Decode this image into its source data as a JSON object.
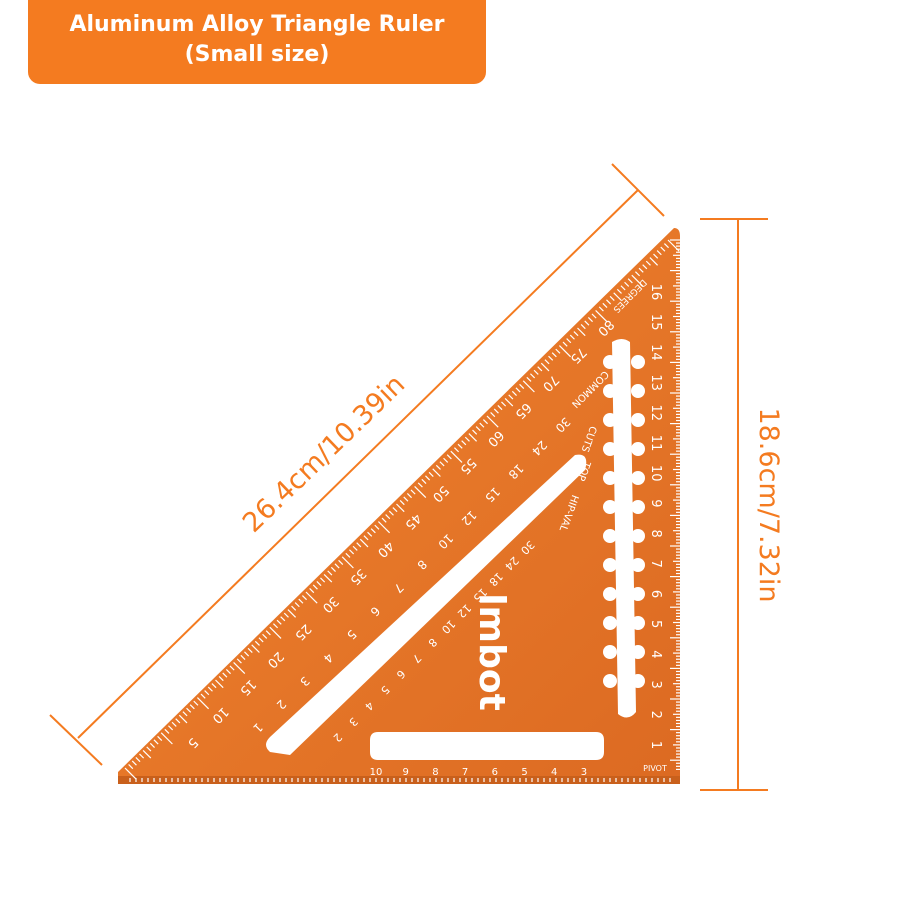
{
  "header": {
    "title": "Aluminum Alloy Triangle Ruler",
    "subtitle": "(Small size)"
  },
  "dimensions": {
    "hypotenuse": "26.4cm/10.39in",
    "height": "18.6cm/7.32in"
  },
  "ruler": {
    "brand": "lmbot",
    "labels": {
      "degrees": "DEGREES",
      "common": "COMMON",
      "cuts": "CUTS",
      "top": "TOP",
      "hip_val": "HIP-VAL",
      "pivot": "PIVOT"
    },
    "right_scale": [
      "1",
      "2",
      "3",
      "4",
      "5",
      "6",
      "7",
      "8",
      "9",
      "10",
      "11",
      "12",
      "13",
      "14",
      "15",
      "16"
    ],
    "bottom_scale": [
      "10",
      "9",
      "8",
      "7",
      "6",
      "5",
      "4",
      "3"
    ],
    "degree_scale": [
      "5",
      "10",
      "15",
      "20",
      "25",
      "30",
      "35",
      "40",
      "45",
      "50",
      "55",
      "60",
      "65",
      "70",
      "75",
      "80"
    ],
    "common_scale": [
      "1",
      "2",
      "3",
      "4",
      "5",
      "6",
      "7",
      "8",
      "10",
      "12",
      "15",
      "18",
      "24",
      "30"
    ],
    "hip_scale": [
      "2",
      "3",
      "4",
      "5",
      "6",
      "7",
      "8",
      "10",
      "12",
      "15",
      "18",
      "24",
      "30"
    ]
  },
  "colors": {
    "accent": "#f47b20",
    "ruler": "#e8762a"
  }
}
